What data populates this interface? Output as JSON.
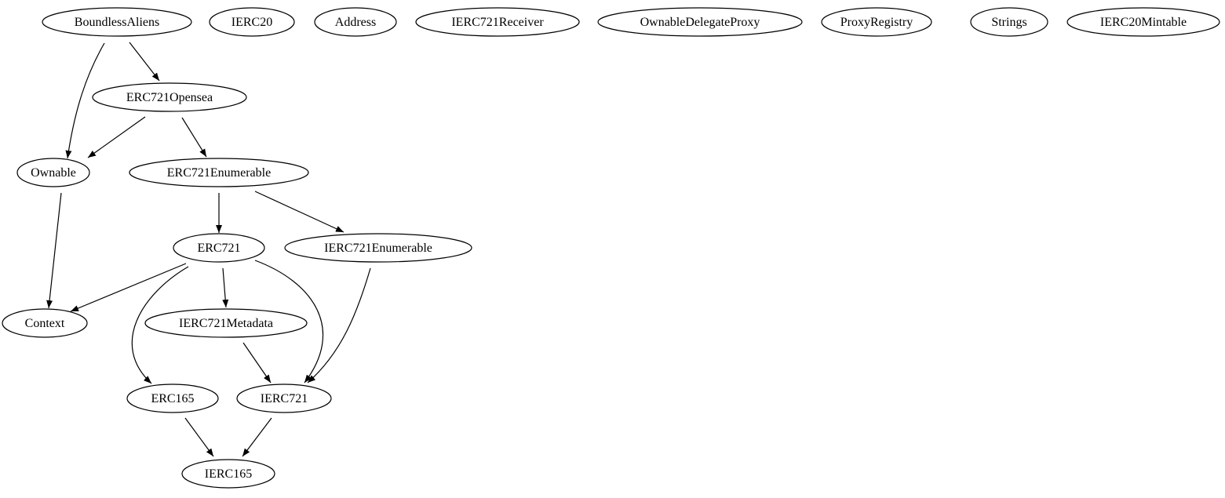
{
  "nodes": [
    {
      "id": "BoundlessAliens",
      "label": "BoundlessAliens"
    },
    {
      "id": "IERC20",
      "label": "IERC20"
    },
    {
      "id": "Address",
      "label": "Address"
    },
    {
      "id": "IERC721Receiver",
      "label": "IERC721Receiver"
    },
    {
      "id": "OwnableDelegateProxy",
      "label": "OwnableDelegateProxy"
    },
    {
      "id": "ProxyRegistry",
      "label": "ProxyRegistry"
    },
    {
      "id": "Strings",
      "label": "Strings"
    },
    {
      "id": "IERC20Mintable",
      "label": "IERC20Mintable"
    },
    {
      "id": "ERC721Opensea",
      "label": "ERC721Opensea"
    },
    {
      "id": "Ownable",
      "label": "Ownable"
    },
    {
      "id": "ERC721Enumerable",
      "label": "ERC721Enumerable"
    },
    {
      "id": "ERC721",
      "label": "ERC721"
    },
    {
      "id": "IERC721Enumerable",
      "label": "IERC721Enumerable"
    },
    {
      "id": "Context",
      "label": "Context"
    },
    {
      "id": "IERC721Metadata",
      "label": "IERC721Metadata"
    },
    {
      "id": "ERC165",
      "label": "ERC165"
    },
    {
      "id": "IERC721",
      "label": "IERC721"
    },
    {
      "id": "IERC165",
      "label": "IERC165"
    }
  ],
  "edges": [
    {
      "from": "BoundlessAliens",
      "to": "ERC721Opensea"
    },
    {
      "from": "BoundlessAliens",
      "to": "Ownable"
    },
    {
      "from": "ERC721Opensea",
      "to": "Ownable"
    },
    {
      "from": "ERC721Opensea",
      "to": "ERC721Enumerable"
    },
    {
      "from": "Ownable",
      "to": "Context"
    },
    {
      "from": "ERC721Enumerable",
      "to": "ERC721"
    },
    {
      "from": "ERC721Enumerable",
      "to": "IERC721Enumerable"
    },
    {
      "from": "ERC721",
      "to": "Context"
    },
    {
      "from": "ERC721",
      "to": "IERC721Metadata"
    },
    {
      "from": "ERC721",
      "to": "ERC165"
    },
    {
      "from": "ERC721",
      "to": "IERC721"
    },
    {
      "from": "IERC721Metadata",
      "to": "IERC721"
    },
    {
      "from": "IERC721Enumerable",
      "to": "IERC721"
    },
    {
      "from": "ERC165",
      "to": "IERC165"
    },
    {
      "from": "IERC721",
      "to": "IERC165"
    }
  ]
}
